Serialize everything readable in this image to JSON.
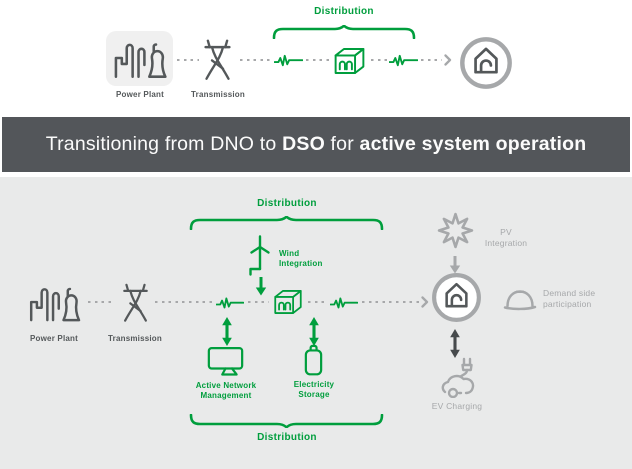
{
  "title": {
    "part1": "Transitioning from DNO to ",
    "bold1": "DSO",
    "part2": " for ",
    "bold2": "active system operation"
  },
  "top": {
    "distribution": "Distribution",
    "power_plant": "Power Plant",
    "transmission": "Transmission"
  },
  "bottom": {
    "distribution_top": "Distribution",
    "distribution_bottom": "Distribution",
    "power_plant": "Power Plant",
    "transmission": "Transmission",
    "wind": "Wind\nIntegration",
    "pv": "PV\nIntegration",
    "demand": "Demand side\nparticipation",
    "anm": "Active Network\nManagement",
    "storage": "Electricity\nStorage",
    "ev": "EV Charging"
  },
  "colors": {
    "green": "#009E3D",
    "dark_gray": "#54585A",
    "light_gray": "#A6A8AA",
    "panel_bg": "#E9EAEA",
    "title_bg": "#53565A",
    "card_bg": "#F0F0F0"
  }
}
